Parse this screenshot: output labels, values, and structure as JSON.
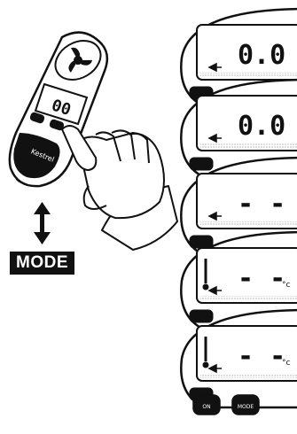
{
  "mode_label": "MODE",
  "device": {
    "display_value": "00",
    "brand_text": "Kestrel"
  },
  "screens": [
    {
      "reading": "0.0",
      "unit": ""
    },
    {
      "reading": "0.0",
      "unit": ""
    },
    {
      "reading": "- -",
      "unit": ""
    },
    {
      "reading": "- -",
      "unit": "°c"
    },
    {
      "reading": "- -",
      "unit": "°c"
    }
  ],
  "bottom_buttons": [
    "ON",
    "MODE"
  ]
}
